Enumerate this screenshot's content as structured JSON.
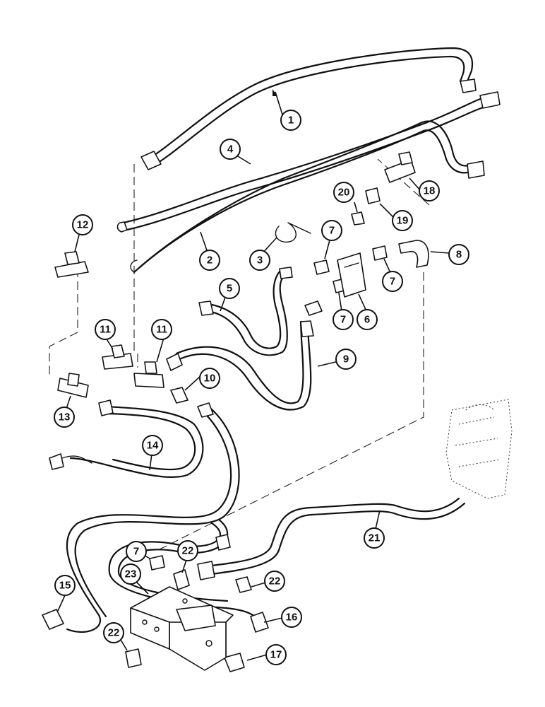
{
  "callouts": [
    "1",
    "2",
    "3",
    "4",
    "5",
    "6",
    "7",
    "7",
    "7",
    "7",
    "8",
    "9",
    "10",
    "11",
    "11",
    "12",
    "13",
    "14",
    "15",
    "16",
    "17",
    "18",
    "19",
    "20",
    "21",
    "22",
    "22",
    "22",
    "23"
  ]
}
